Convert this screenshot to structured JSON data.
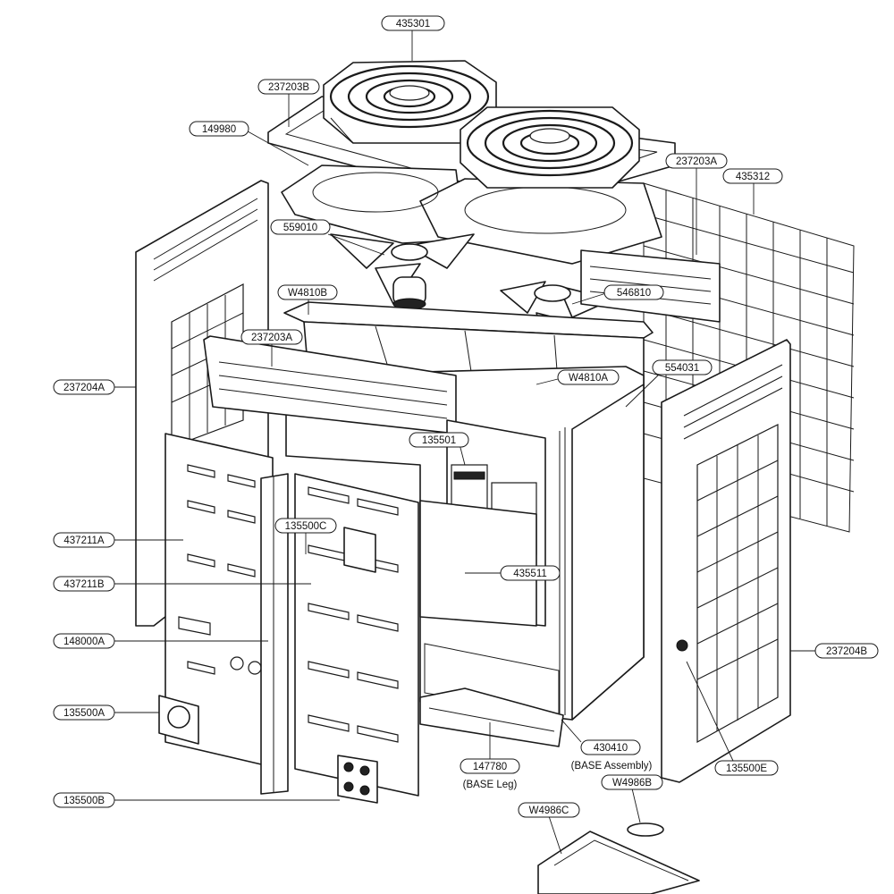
{
  "labels": {
    "l435301": "435301",
    "l237203B": "237203B",
    "l149980": "149980",
    "l237203A_top": "237203A",
    "l435312": "435312",
    "l559010": "559010",
    "lW4810B": "W4810B",
    "l546810": "546810",
    "l237203A_mid": "237203A",
    "l554031": "554031",
    "lW4810A": "W4810A",
    "l237204A": "237204A",
    "l135501": "135501",
    "l135500C": "135500C",
    "l437211A": "437211A",
    "l435511": "435511",
    "l437211B": "437211B",
    "l148000A": "148000A",
    "l237204B": "237204B",
    "l135500A": "135500A",
    "l430410": "430410",
    "l147780": "147780",
    "l135500E": "135500E",
    "lW4986B": "W4986B",
    "l135500B": "135500B",
    "lW4986C": "W4986C"
  },
  "captions": {
    "base_assembly": "(BASE Assembly)",
    "base_leg": "(BASE Leg)"
  }
}
